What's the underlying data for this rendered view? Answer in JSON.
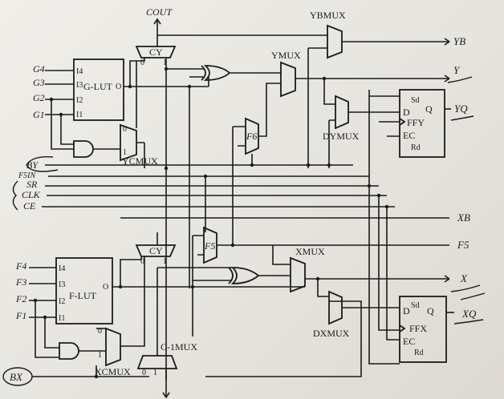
{
  "ports": {
    "cout": "COUT",
    "g4": "G4",
    "g3": "G3",
    "g2": "G2",
    "g1": "G1",
    "by": "BY",
    "f5in": "F5IN",
    "sr": "SR",
    "clk": "CLK",
    "ce": "CE",
    "f4": "F4",
    "f3": "F3",
    "f2": "F2",
    "f1": "F1",
    "bx": "BX",
    "yb": "YB",
    "y": "Y",
    "yq": "YQ",
    "xb": "XB",
    "f5": "F5",
    "x": "X",
    "xq": "XQ"
  },
  "blocks": {
    "glut": "G-LUT",
    "flut": "F-LUT",
    "lut_pins": [
      "I4",
      "I3",
      "I2",
      "I1"
    ],
    "lut_out": "O",
    "cy": "CY",
    "ybmux": "YBMUX",
    "ymux": "YMUX",
    "dymux": "DYMUX",
    "ycmux": "YCMUX",
    "xmux": "XMUX",
    "dxmux": "DXMUX",
    "xcmux": "XCMUX",
    "c1mux": "C-1MUX",
    "f6": "F6",
    "f5mux": "F5",
    "ffy": "FFY",
    "ffx": "FFX",
    "ff_pins": {
      "d": "D",
      "q": "Q",
      "ec": "EC",
      "sd": "Sd",
      "rd": "Rd"
    },
    "mux_zero": "0",
    "mux_one": "1"
  }
}
